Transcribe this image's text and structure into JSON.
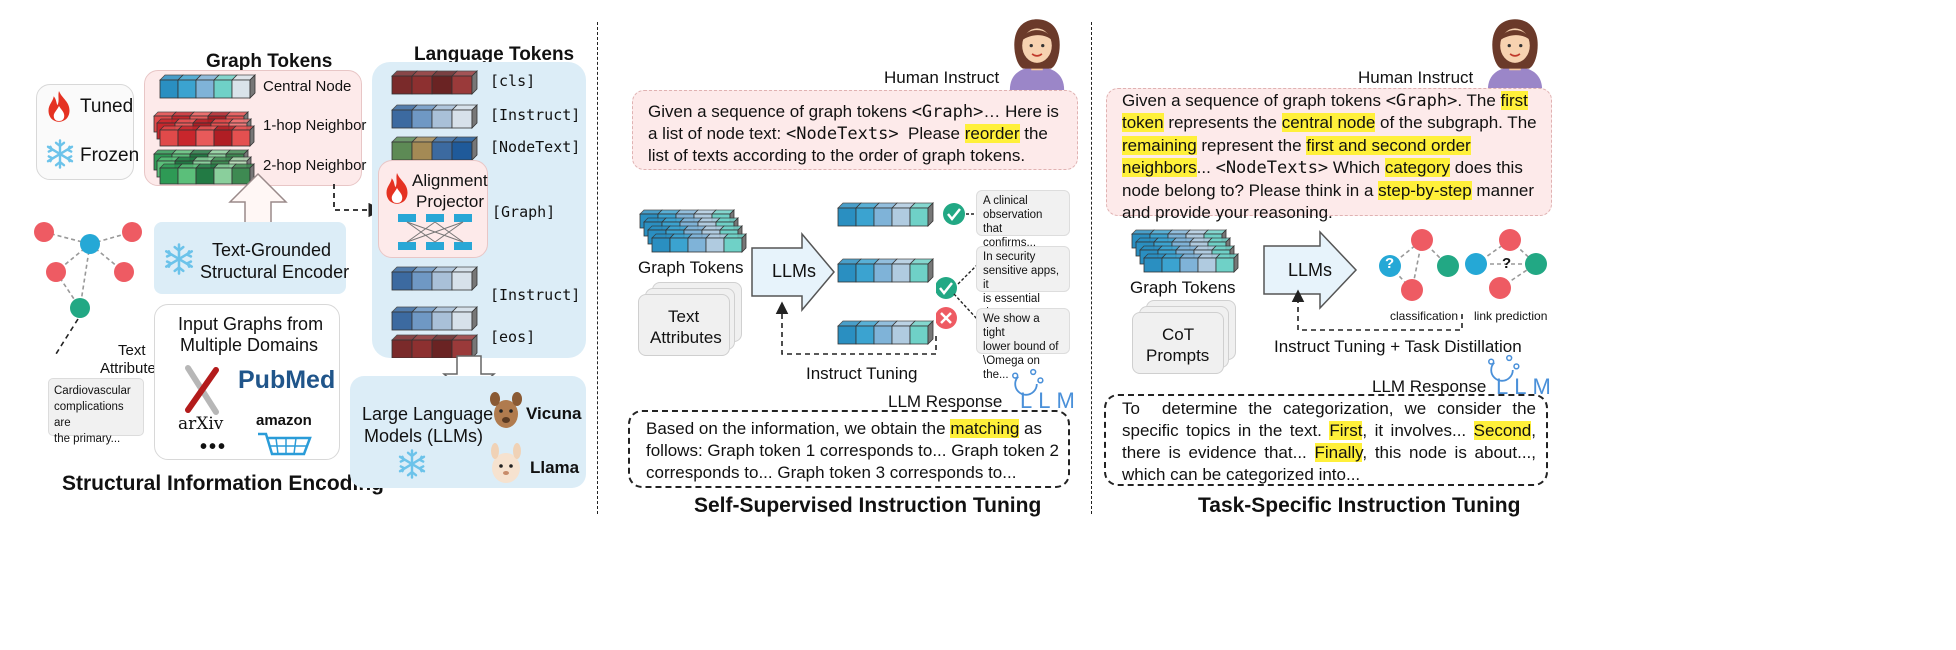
{
  "legend": {
    "tuned": "Tuned",
    "frozen": "Frozen"
  },
  "encoding": {
    "graph_tokens_title": "Graph Tokens",
    "central_node": "Central Node",
    "hop1": "1-hop Neighbor",
    "hop2": "2-hop Neighbor",
    "encoder_line1": "Text-Grounded",
    "encoder_line2": "Structural Encoder",
    "text_attr_line1": "Text",
    "text_attr_line2": "Attributes",
    "sample_text": [
      "Cardiovascular",
      "complications are",
      "the primary..."
    ],
    "input_graphs_line1": "Input Graphs from",
    "input_graphs_line2": "Multiple Domains",
    "arxiv": "arXiv",
    "pubmed": "PubMed",
    "amazon": "amazon",
    "ellipsis": "•••",
    "section_title": "Structural Information Encoding"
  },
  "language": {
    "title": "Language Tokens",
    "tokens": [
      "[cls]",
      "[Instruct]",
      "[NodeText]",
      "[Graph]",
      "[Instruct]",
      "[eos]"
    ],
    "projector_line1": "Alignment",
    "projector_line2": "Projector",
    "llm_line1": "Large Language",
    "llm_line2": "Models (LLMs)",
    "vicuna": "Vicuna",
    "llama": "Llama"
  },
  "self_supervised": {
    "human_instruct": "Human Instruct",
    "instruction_html": "Given a sequence of graph tokens <span class=\"mono\">&lt;Graph&gt;</span>… Here is a list of node text: <span class=\"mono\">&lt;NodeTexts&gt;</span>&nbsp; Please <span class=\"hl\">reorder</span> the list of texts according to the order of graph tokens.",
    "graph_tokens": "Graph Tokens",
    "text_attr_line1": "Text",
    "text_attr_line2": "Attributes",
    "llms": "LLMs",
    "snippets": [
      [
        "A clinical",
        "observation that",
        "confirms..."
      ],
      [
        "In security",
        "sensitive apps, it",
        "is essential that..."
      ],
      [
        "We show a tight",
        "lower bound of",
        "\\Omega on the..."
      ]
    ],
    "instruct_tuning": "Instruct Tuning",
    "llm_response": "LLM Response",
    "response_html": "Based on the information, we obtain the <span class=\"hl\">matching</span> as follows: Graph token 1 corresponds to... Graph token 2 corresponds to... Graph token 3 corresponds to...",
    "section_title": "Self-Supervised Instruction Tuning"
  },
  "task_specific": {
    "human_instruct": "Human Instruct",
    "instruction_html": "Given a sequence of graph tokens <span class=\"mono\">&lt;Graph&gt;</span>. The <span class=\"hl\">first token</span> represents the <span class=\"hl\">central node</span> of the subgraph. The <span class=\"hl\">remaining</span> represent the <span class=\"hl\">first and second order neighbors</span>... <span class=\"mono\">&lt;NodeTexts&gt;</span> Which <span class=\"hl\">category</span> does this node belong to? Please think in a <span class=\"hl\">step-by-step</span> manner and provide your reasoning.",
    "graph_tokens": "Graph Tokens",
    "cot_line1": "CoT",
    "cot_line2": "Prompts",
    "llms": "LLMs",
    "classification": "classification",
    "link_prediction": "link prediction",
    "tuning_label": "Instruct Tuning + Task Distillation",
    "llm_response": "LLM Response",
    "response_html": "To&nbsp; determine the categorization, we consider the specific topics in the text. <span class=\"hl\">First</span>, it involves... <span class=\"hl\">Second</span>, there is evidence that... <span class=\"hl\">Finally</span>, this node is about..., which can be categorized into...",
    "section_title": "Task-Specific Instruction Tuning",
    "question_mark": "?"
  },
  "logo_text": "LLM",
  "colors": {
    "pink_panel": "#fdeaea",
    "blue_panel": "#dcedf7",
    "gray_panel": "#f0f0f0",
    "highlight": "#fff03a",
    "node_red": "#ee5b63",
    "node_blue": "#25a8d6",
    "node_green": "#22a884"
  }
}
